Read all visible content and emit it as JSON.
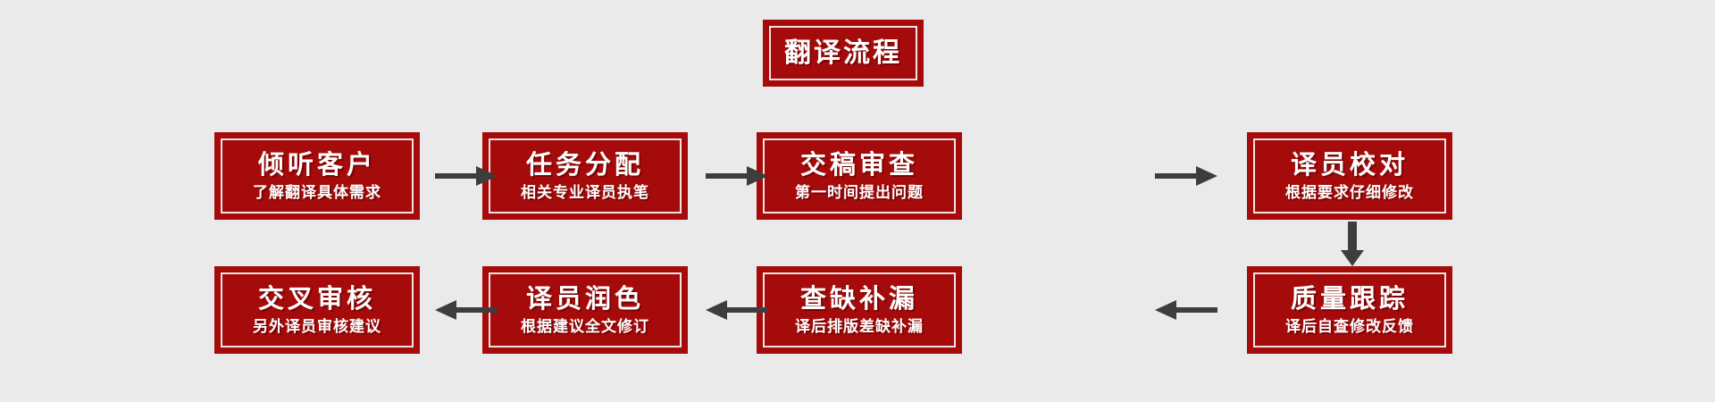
{
  "diagram": {
    "background_color": "#eaeaea",
    "box_fill_color": "#a60b0b",
    "box_inner_border_color": "#f3e3e3",
    "text_color": "#ffffff",
    "arrow_color": "#3d3d3d",
    "banner": {
      "title": "翻译流程"
    },
    "row1": [
      {
        "title": "倾听客户",
        "subtitle": "了解翻译具体需求"
      },
      {
        "title": "任务分配",
        "subtitle": "相关专业译员执笔"
      },
      {
        "title": "交稿审查",
        "subtitle": "第一时间提出问题"
      },
      {
        "title": "译员校对",
        "subtitle": "根据要求仔细修改"
      }
    ],
    "row2": [
      {
        "title": "交叉审核",
        "subtitle": "另外译员审核建议"
      },
      {
        "title": "译员润色",
        "subtitle": "根据建议全文修订"
      },
      {
        "title": "查缺补漏",
        "subtitle": "译后排版差缺补漏"
      },
      {
        "title": "质量跟踪",
        "subtitle": "译后自查修改反馈"
      }
    ],
    "connectors": [
      {
        "name": "arrow-right-1",
        "direction": "right"
      },
      {
        "name": "arrow-right-2",
        "direction": "right"
      },
      {
        "name": "arrow-right-3",
        "direction": "right"
      },
      {
        "name": "arrow-down-1",
        "direction": "down"
      },
      {
        "name": "arrow-left-1",
        "direction": "left"
      },
      {
        "name": "arrow-left-2",
        "direction": "left"
      },
      {
        "name": "arrow-left-3",
        "direction": "left"
      }
    ]
  }
}
